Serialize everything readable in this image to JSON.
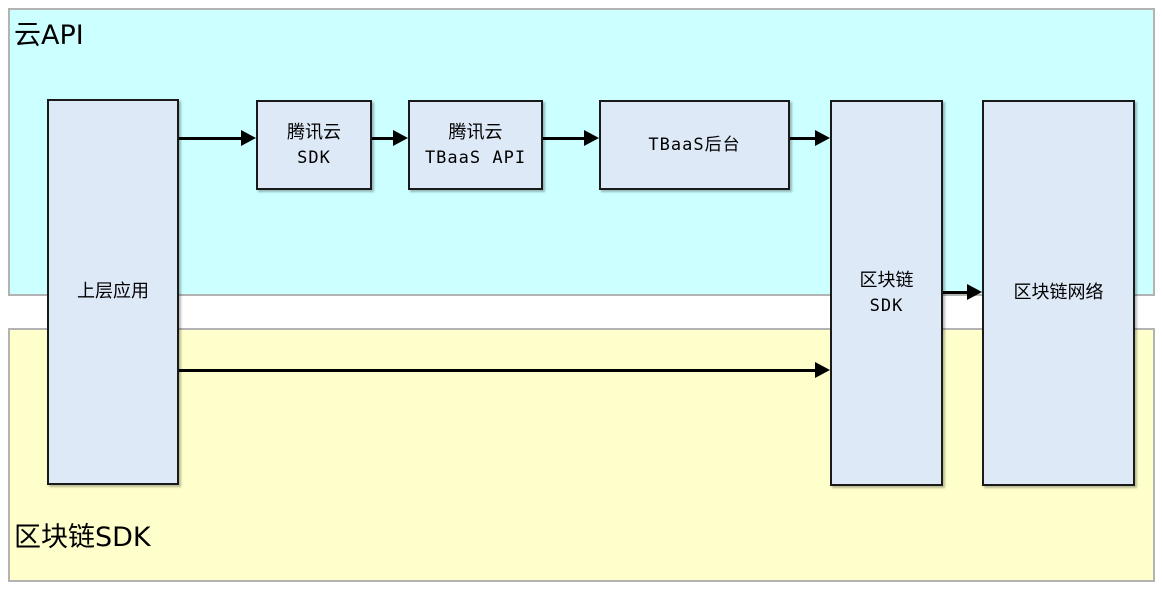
{
  "diagram": {
    "title_regions": {
      "cloud": {
        "label": "云API",
        "color": "#ccffff"
      },
      "chain": {
        "label": "区块链SDK",
        "color": "#ffffcc"
      }
    },
    "palette": {
      "node_fill": "#dee9f7",
      "node_border": "#1a1a1a",
      "region_border": "#b3b3b3",
      "arrow": "#000000",
      "cloud_region": "#ccffff",
      "chain_region": "#ffffcc"
    },
    "nodes": [
      {
        "id": "app",
        "line1": "上层应用",
        "line2": ""
      },
      {
        "id": "sdk",
        "line1": "腾讯云",
        "line2": "SDK"
      },
      {
        "id": "api",
        "line1": "腾讯云",
        "line2": "TBaaS API"
      },
      {
        "id": "backend",
        "line1": "TBaaS后台",
        "line2": ""
      },
      {
        "id": "chainsdk",
        "line1": "区块链",
        "line2": "SDK"
      },
      {
        "id": "chainnet",
        "line1": "区块链网络",
        "line2": ""
      }
    ],
    "edges": [
      {
        "id": "app-sdk",
        "from": "上层应用",
        "to": "腾讯云 SDK"
      },
      {
        "id": "sdk-api",
        "from": "腾讯云 SDK",
        "to": "腾讯云 TBaaS API"
      },
      {
        "id": "api-backend",
        "from": "腾讯云 TBaaS API",
        "to": "TBaaS后台"
      },
      {
        "id": "backend-chainsdk",
        "from": "TBaaS后台",
        "to": "区块链 SDK"
      },
      {
        "id": "chainsdk-chainnet",
        "from": "区块链 SDK",
        "to": "区块链网络"
      },
      {
        "id": "app-chainsdk",
        "from": "上层应用",
        "to": "区块链 SDK"
      }
    ]
  }
}
